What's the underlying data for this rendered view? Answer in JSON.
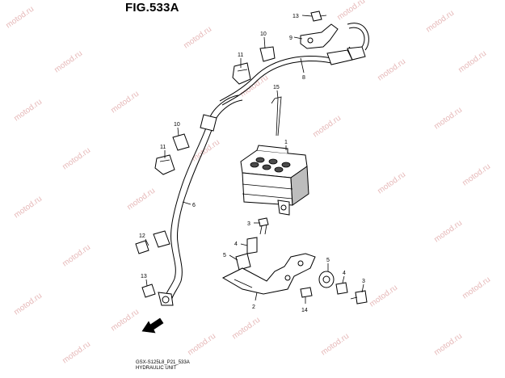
{
  "header": {
    "title": "FIG.533A"
  },
  "footer": {
    "code": "GSX-S125L8_P21_533A",
    "subtitle": "HYDRAULIC UNIT"
  },
  "watermark": {
    "text": "motod.ru"
  },
  "callouts": [
    {
      "id": "c13a",
      "label": "13"
    },
    {
      "id": "c10a",
      "label": "10"
    },
    {
      "id": "c9",
      "label": "9"
    },
    {
      "id": "c11a",
      "label": "11"
    },
    {
      "id": "c8",
      "label": "8"
    },
    {
      "id": "c15",
      "label": "15"
    },
    {
      "id": "c10b",
      "label": "10"
    },
    {
      "id": "c11b",
      "label": "11"
    },
    {
      "id": "c1",
      "label": "1"
    },
    {
      "id": "c6",
      "label": "6"
    },
    {
      "id": "c3",
      "label": "3"
    },
    {
      "id": "c12",
      "label": "12"
    },
    {
      "id": "c4a",
      "label": "4"
    },
    {
      "id": "c5a",
      "label": "5"
    },
    {
      "id": "c5b",
      "label": "5"
    },
    {
      "id": "c4b",
      "label": "4"
    },
    {
      "id": "c3b",
      "label": "3"
    },
    {
      "id": "c13b",
      "label": "13"
    },
    {
      "id": "c2",
      "label": "2"
    },
    {
      "id": "c14",
      "label": "14"
    }
  ],
  "colors": {
    "watermark": "#e6b8b8",
    "line": "#000000",
    "shade": "#bdbdbd"
  },
  "icons": {
    "front_arrow": "front-arrow-icon"
  }
}
